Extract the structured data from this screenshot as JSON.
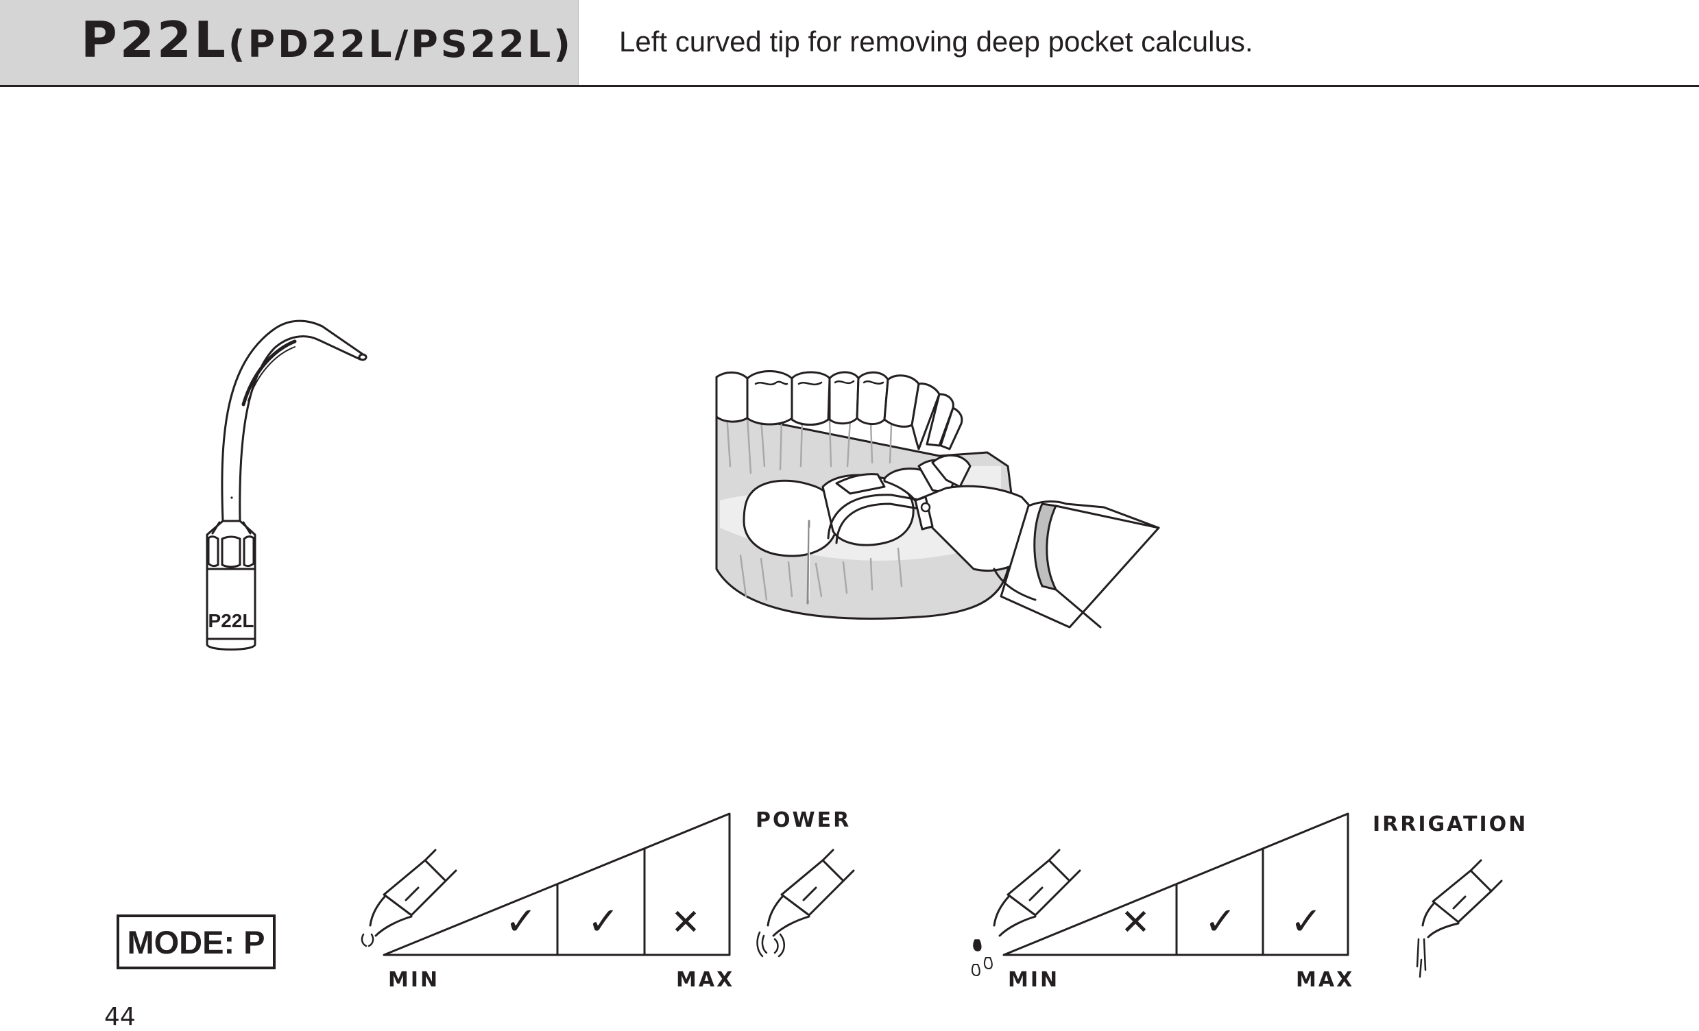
{
  "header": {
    "model": "P22L",
    "variants": "(PD22L/PS22L)",
    "description": "Left curved tip for removing deep pocket calculus."
  },
  "tip": {
    "engraving": "P22L"
  },
  "mode": {
    "label": "MODE: P"
  },
  "power_scale": {
    "title": "POWER",
    "min_label": "MIN",
    "max_label": "MAX",
    "marks": [
      "✓",
      "✓",
      "✕"
    ]
  },
  "irrigation_scale": {
    "title": "IRRIGATION",
    "min_label": "MIN",
    "max_label": "MAX",
    "marks": [
      "✕",
      "✓",
      "✓"
    ]
  },
  "page": {
    "number": "44"
  },
  "colors": {
    "header_band": "#d5d5d5",
    "ink": "#231f20",
    "gum": "#d9d9d9"
  }
}
